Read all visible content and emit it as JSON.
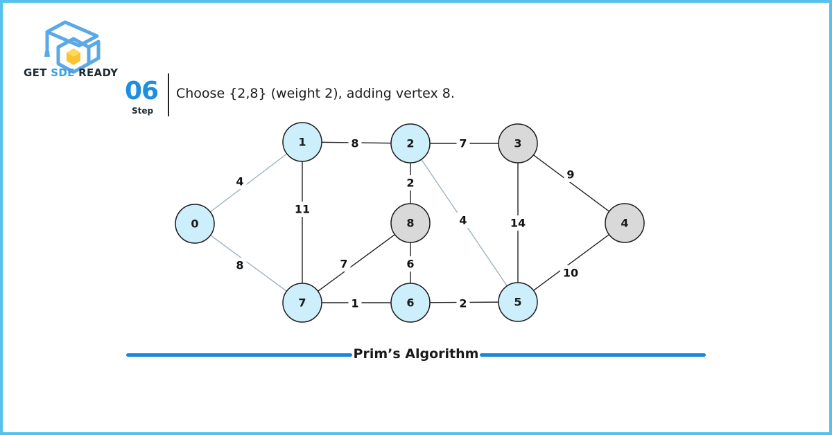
{
  "brand": {
    "name_prefix": "GET ",
    "name_accent": "SDE",
    "name_suffix": " READY",
    "logo_icon": "graduation-cap-cube-icon",
    "accent_color": "#3a9fe0"
  },
  "step": {
    "number": "06",
    "label": "Step",
    "description": "Choose {2,8} (weight 2), adding vertex 8."
  },
  "footer": {
    "title": "Prim’s Algorithm"
  },
  "colors": {
    "visited_fill": "#cdeefb",
    "unvisited_fill": "#d9d9d9",
    "mst_edge": "#9fb3bf",
    "normal_edge": "#222222",
    "accent_line": "#1a86dc"
  },
  "graph": {
    "nodes": [
      {
        "id": "0",
        "label": "0",
        "visited": true
      },
      {
        "id": "1",
        "label": "1",
        "visited": true
      },
      {
        "id": "2",
        "label": "2",
        "visited": true
      },
      {
        "id": "3",
        "label": "3",
        "visited": false
      },
      {
        "id": "4",
        "label": "4",
        "visited": false
      },
      {
        "id": "5",
        "label": "5",
        "visited": true
      },
      {
        "id": "6",
        "label": "6",
        "visited": true
      },
      {
        "id": "7",
        "label": "7",
        "visited": true
      },
      {
        "id": "8",
        "label": "8",
        "visited": false
      }
    ],
    "edges": [
      {
        "from": "0",
        "to": "1",
        "weight": "4",
        "in_mst": true
      },
      {
        "from": "0",
        "to": "7",
        "weight": "8",
        "in_mst": true
      },
      {
        "from": "1",
        "to": "2",
        "weight": "8",
        "in_mst": false
      },
      {
        "from": "1",
        "to": "7",
        "weight": "11",
        "in_mst": false
      },
      {
        "from": "2",
        "to": "3",
        "weight": "7",
        "in_mst": false
      },
      {
        "from": "2",
        "to": "8",
        "weight": "2",
        "in_mst": false
      },
      {
        "from": "2",
        "to": "5",
        "weight": "4",
        "in_mst": true
      },
      {
        "from": "3",
        "to": "4",
        "weight": "9",
        "in_mst": false
      },
      {
        "from": "3",
        "to": "5",
        "weight": "14",
        "in_mst": false
      },
      {
        "from": "4",
        "to": "5",
        "weight": "10",
        "in_mst": false
      },
      {
        "from": "8",
        "to": "7",
        "weight": "7",
        "in_mst": false
      },
      {
        "from": "8",
        "to": "6",
        "weight": "6",
        "in_mst": false
      },
      {
        "from": "7",
        "to": "6",
        "weight": "1",
        "in_mst": false
      },
      {
        "from": "6",
        "to": "5",
        "weight": "2",
        "in_mst": false
      }
    ]
  }
}
